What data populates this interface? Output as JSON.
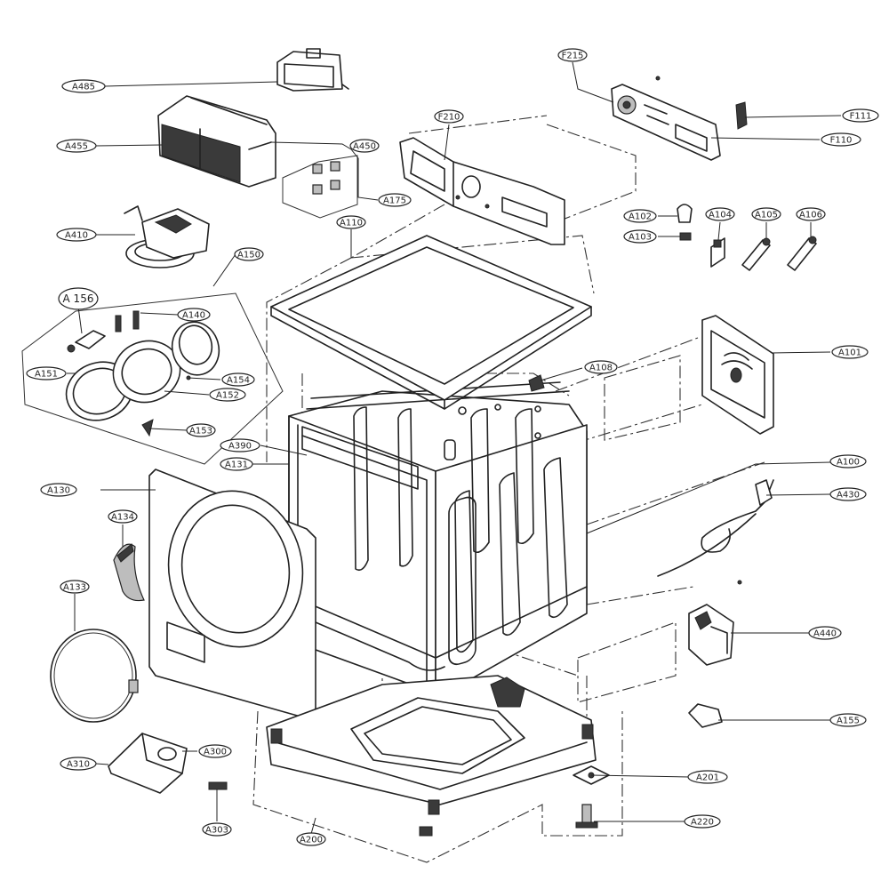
{
  "labels": [
    {
      "id": "A485",
      "text": "A485"
    },
    {
      "id": "A455",
      "text": "A455"
    },
    {
      "id": "A450",
      "text": "A450"
    },
    {
      "id": "A175",
      "text": "A175"
    },
    {
      "id": "A410",
      "text": "A410"
    },
    {
      "id": "A150",
      "text": "A150"
    },
    {
      "id": "A156",
      "text": "A 156"
    },
    {
      "id": "A140",
      "text": "A140"
    },
    {
      "id": "A151",
      "text": "A151"
    },
    {
      "id": "A154",
      "text": "A154"
    },
    {
      "id": "A152",
      "text": "A152"
    },
    {
      "id": "A153",
      "text": "A153"
    },
    {
      "id": "F215",
      "text": "F215"
    },
    {
      "id": "F210",
      "text": "F210"
    },
    {
      "id": "F111",
      "text": "F111"
    },
    {
      "id": "F110",
      "text": "F110"
    },
    {
      "id": "A110",
      "text": "A110"
    },
    {
      "id": "A102",
      "text": "A102"
    },
    {
      "id": "A103",
      "text": "A103"
    },
    {
      "id": "A104",
      "text": "A104"
    },
    {
      "id": "A105",
      "text": "A105"
    },
    {
      "id": "A106",
      "text": "A106"
    },
    {
      "id": "A108",
      "text": "A108"
    },
    {
      "id": "A101",
      "text": "A101"
    },
    {
      "id": "A390",
      "text": "A390"
    },
    {
      "id": "A131",
      "text": "A131"
    },
    {
      "id": "A130",
      "text": "A130"
    },
    {
      "id": "A100",
      "text": "A100"
    },
    {
      "id": "A430",
      "text": "A430"
    },
    {
      "id": "A134",
      "text": "A134"
    },
    {
      "id": "A133",
      "text": "A133"
    },
    {
      "id": "A440",
      "text": "A440"
    },
    {
      "id": "A155",
      "text": "A155"
    },
    {
      "id": "A300",
      "text": "A300"
    },
    {
      "id": "A310",
      "text": "A310"
    },
    {
      "id": "A303",
      "text": "A303"
    },
    {
      "id": "A201",
      "text": "A201"
    },
    {
      "id": "A220",
      "text": "A220"
    },
    {
      "id": "A200",
      "text": "A200"
    }
  ]
}
